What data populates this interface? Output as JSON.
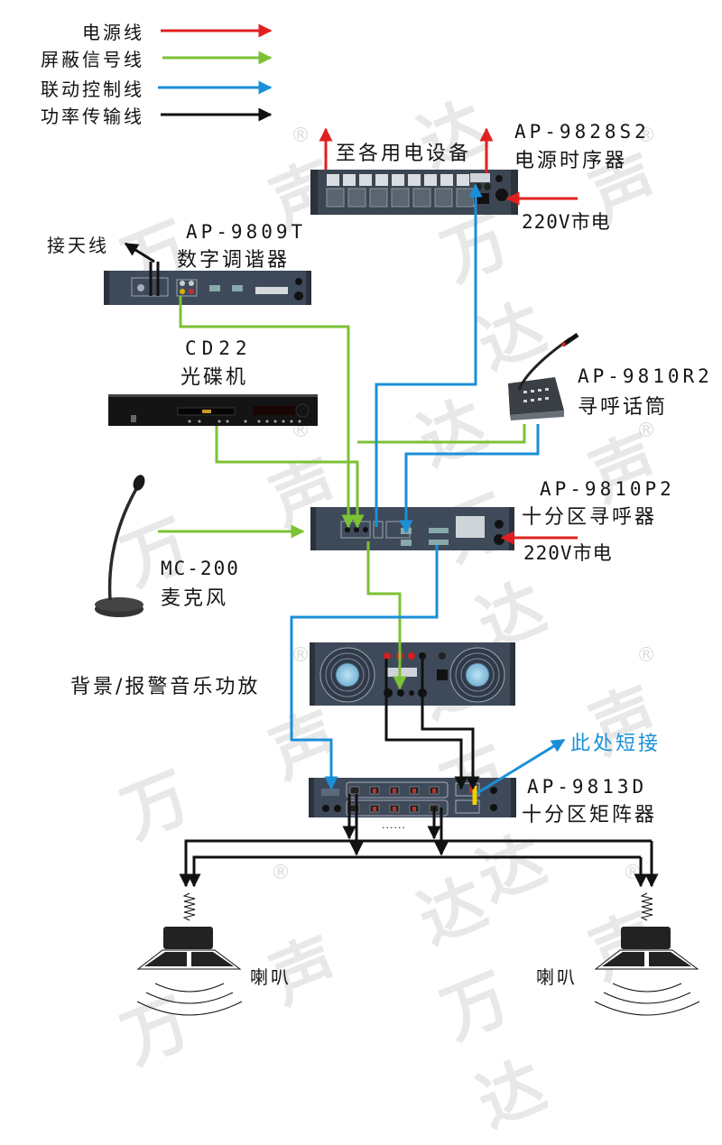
{
  "legend": [
    {
      "label": "电源线",
      "color": "#e02020",
      "type": "power"
    },
    {
      "label": "屏蔽信号线",
      "color": "#7cc235",
      "type": "shielded-signal"
    },
    {
      "label": "联动控制线",
      "color": "#1a8fd8",
      "type": "linkage-control"
    },
    {
      "label": "功率传输线",
      "color": "#111111",
      "type": "power-transmission"
    }
  ],
  "devices": {
    "sequencer": {
      "model": "AP-9828S2",
      "name": "电源时序器",
      "output_note": "至各用电设备",
      "mains": "220V市电"
    },
    "tuner": {
      "model": "AP-9809T",
      "name": "数字调谐器",
      "antenna": "接天线"
    },
    "cd": {
      "model": "CD22",
      "name": "光碟机"
    },
    "paging_mic": {
      "model": "AP-9810R2",
      "name": "寻呼话筒"
    },
    "pager": {
      "model": "AP-9810P2",
      "name": "十分区寻呼器",
      "mains": "220V市电"
    },
    "mic": {
      "model": "MC-200",
      "name": "麦克风"
    },
    "amplifier": {
      "name": "背景/报警音乐功放"
    },
    "matrix": {
      "model": "AP-9813D",
      "name": "十分区矩阵器",
      "short_note": "此处短接",
      "ellipsis": "......"
    },
    "speaker_left": {
      "name": "喇叭"
    },
    "speaker_right": {
      "name": "喇叭"
    }
  },
  "watermark": {
    "text": "万 声 达",
    "reg": "®"
  }
}
